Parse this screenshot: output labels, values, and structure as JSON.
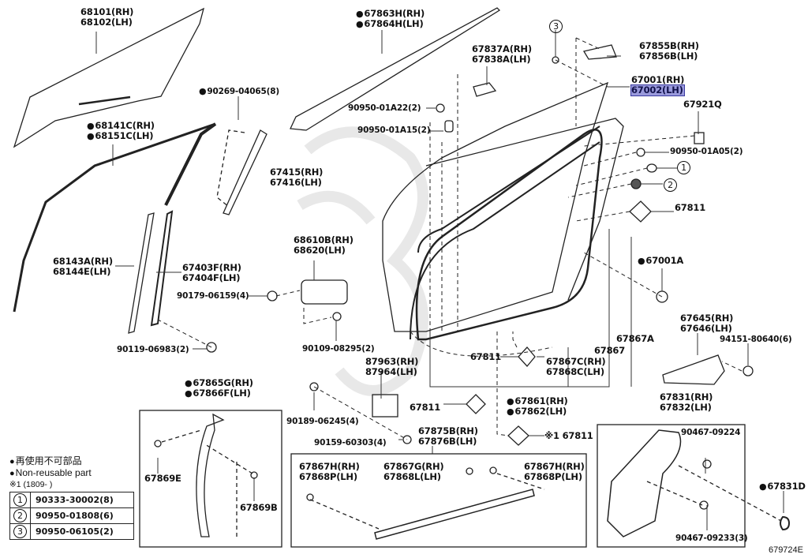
{
  "diagram": {
    "title": "Front Door Panel & Glass parts diagram",
    "drawing_code": "679724E",
    "highlighted_part": "67002(LH)",
    "callouts": {
      "glass": [
        "68101(RH)",
        "68102(LH)"
      ],
      "run_channel_outer": [
        "68141C(RH)",
        "68151C(LH)"
      ],
      "clip_90269": "90269-04065(8)",
      "rear_channel_67415": [
        "67415(RH)",
        "67416(LH)"
      ],
      "frame_moulding": [
        "67863H(RH)",
        "67864H(LH)"
      ],
      "bracket_67837": [
        "67837A(RH)",
        "67838A(LH)"
      ],
      "plug_01A22": "90950-01A22(2)",
      "plug_01A15": "90950-01A15(2)",
      "circle3": "3",
      "cover_67855": [
        "67855B(RH)",
        "67856B(LH)"
      ],
      "door_panel": [
        "67001(RH)",
        "67002(LH)"
      ],
      "seal_67921": "67921Q",
      "plug_01A05": "90950-01A05(2)",
      "circle1": "1",
      "circle2": "2",
      "seal_67811_top": "67811",
      "sash_68143": [
        "68143A(RH)",
        "68144E(LH)"
      ],
      "channel_67403": [
        "67403F(RH)",
        "67404F(LH)"
      ],
      "regulator": [
        "68610B(RH)",
        "68620(LH)"
      ],
      "nut_90179": "90179-06159(4)",
      "bolt_90119": "90119-06983(2)",
      "bolt_90109": "90109-08295(2)",
      "grommet_67001A": "67001A",
      "hinge_cover": [
        "67645(RH)",
        "67646(LH)"
      ],
      "nut_94151": "94151-80640(6)",
      "weatherstrip_67867A": "67867A",
      "weatherstrip_67867": "67867",
      "clip_67867C": [
        "67867C(RH)",
        "67868C(LH)"
      ],
      "seal_67811_mid": "67811",
      "weatherstrip_67861": [
        "67861(RH)",
        "67862(LH)"
      ],
      "speaker_87963": [
        "87963(RH)",
        "87964(LH)"
      ],
      "screw_90189": "90189-06245(4)",
      "screw_90159": "90159-60303(4)",
      "seal_67811_low": "67811",
      "seal_67811_x1": "※1 67811",
      "lower_moulding": [
        "67875B(RH)",
        "67876B(LH)"
      ],
      "clip_67867H_left": [
        "67867H(RH)",
        "67868P(LH)"
      ],
      "clip_67867G": [
        "67867G(RH)",
        "67868L(LH)"
      ],
      "clip_67867H_right": [
        "67867H(RH)",
        "67868P(LH)"
      ],
      "belt_moulding": [
        "67865G(RH)",
        "67866F(LH)"
      ],
      "clip_67869E": "67869E",
      "clip_67869B": "67869B",
      "service_hole_cover": [
        "67831(RH)",
        "67832(LH)"
      ],
      "screw_90467_09224": "90467-09224",
      "screw_90467_09233": "90467-09233(3)",
      "grommet_67831D": "67831D"
    },
    "legend": {
      "non_reusable_jp": "再使用不可部品",
      "non_reusable_en": "Non-reusable part",
      "note_x1": "※1 (1809-      )"
    },
    "kit_table": [
      {
        "num": "1",
        "part": "90333-30002(8)"
      },
      {
        "num": "2",
        "part": "90950-01808(6)"
      },
      {
        "num": "3",
        "part": "90950-06105(2)"
      }
    ]
  }
}
